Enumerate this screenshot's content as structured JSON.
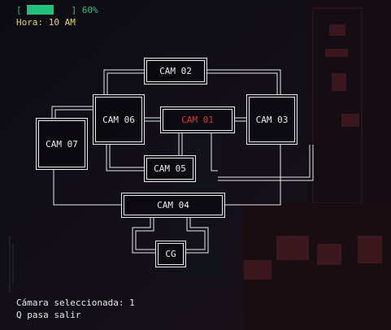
{
  "hud": {
    "battery_open": "[",
    "battery_close": "]",
    "battery_level_percent": 60,
    "battery_text": "60%",
    "hour_text": "Hora: 10 AM",
    "selected_text": "Cámara seleccionada: 1",
    "quit_text": "Q pasa salir"
  },
  "cameras": {
    "cam02": "CAM 02",
    "cam06": "CAM 06",
    "cam01": "CAM 01",
    "cam03": "CAM 03",
    "cam07": "CAM 07",
    "cam05": "CAM 05",
    "cam04": "CAM 04",
    "cg": "CG"
  },
  "selected_camera": "cam01",
  "colors": {
    "battery": "#22c07a",
    "hour": "#e8d84a",
    "selected": "#e0332b",
    "map_lines": "#e8e8e8"
  }
}
